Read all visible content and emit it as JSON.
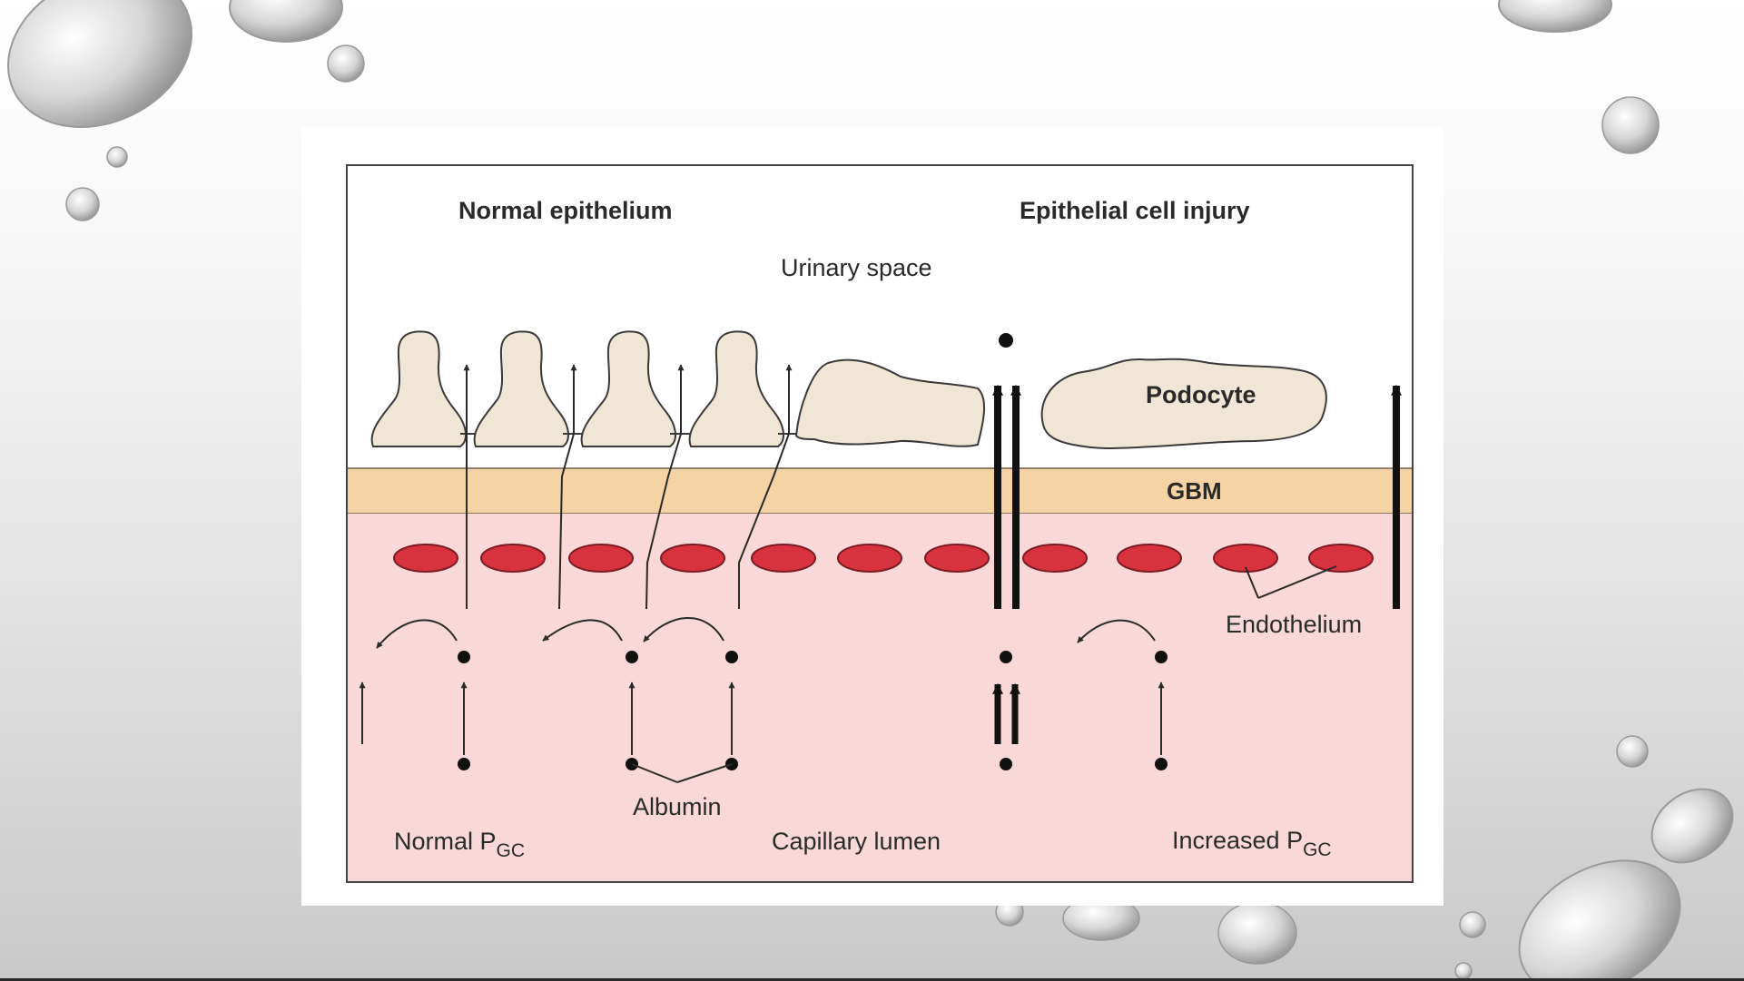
{
  "labels": {
    "left_heading": "Normal epithelium",
    "right_heading": "Epithelial cell injury",
    "urinary_space": "Urinary space",
    "podocyte": "Podocyte",
    "gbm": "GBM",
    "endothelium": "Endothelium",
    "albumin": "Albumin",
    "capillary_lumen": "Capillary lumen",
    "normal_pgc_main": "Normal P",
    "normal_pgc_sub": "GC",
    "increased_pgc_main": "Increased P",
    "increased_pgc_sub": "GC"
  },
  "colors": {
    "podocyte_fill": "#efe6d6",
    "gbm_fill": "#f6d3a4",
    "lumen_fill": "#f8d8d8",
    "endothelial_cell_fill": "#d9323f",
    "outline": "#3a3a3a"
  }
}
